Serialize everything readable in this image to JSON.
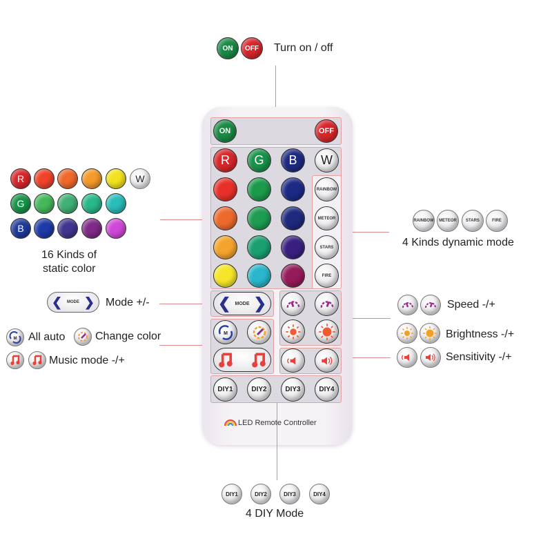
{
  "top": {
    "on_label": "ON",
    "off_label": "OFF",
    "caption": "Turn on / off"
  },
  "static_colors": {
    "caption_line1": "16 Kinds of",
    "caption_line2": "static color",
    "row1": [
      {
        "label": "R",
        "color": "#d8262a"
      },
      {
        "label": "",
        "color": "#f0432a"
      },
      {
        "label": "",
        "color": "#f0682a"
      },
      {
        "label": "",
        "color": "#f39a2a"
      },
      {
        "label": "",
        "color": "#f2e21e"
      },
      {
        "label": "W",
        "color": "#f2f2f2"
      }
    ],
    "row2": [
      {
        "label": "G",
        "color": "#18934a"
      },
      {
        "label": "",
        "color": "#44b85a"
      },
      {
        "label": "",
        "color": "#3fb076"
      },
      {
        "label": "",
        "color": "#28b889"
      },
      {
        "label": "",
        "color": "#28bdb8"
      }
    ],
    "row3": [
      {
        "label": "B",
        "color": "#1f3a9a"
      },
      {
        "label": "",
        "color": "#1d3aa8"
      },
      {
        "label": "",
        "color": "#40358f"
      },
      {
        "label": "",
        "color": "#7f2a86"
      },
      {
        "label": "",
        "color": "#d048d8"
      }
    ]
  },
  "dynamic": {
    "caption": "4 Kinds dynamic mode",
    "modes": [
      "RAINBOW",
      "METEOR",
      "STARS",
      "FIRE"
    ]
  },
  "mode": {
    "button_label": "MODE",
    "caption": "Mode +/-"
  },
  "auto": {
    "all_auto": "All auto",
    "change_color": "Change color",
    "music_mode": "Music mode -/+",
    "m_label": "M"
  },
  "right_controls": {
    "speed": "Speed -/+",
    "brightness": "Brightness -/+",
    "sensitivity": "Sensitivity -/+"
  },
  "diy": {
    "buttons": [
      "DIY1",
      "DIY2",
      "DIY3",
      "DIY4"
    ],
    "caption": "4 DIY Mode"
  },
  "remote": {
    "grid": {
      "top_row": [
        {
          "label": "R",
          "color": "#d8262a"
        },
        {
          "label": "G",
          "color": "#18934a"
        },
        {
          "label": "B",
          "color": "#1e2a82"
        },
        {
          "label": "W",
          "color": "#f2f2f2"
        }
      ],
      "rows": [
        [
          "#e8302a",
          "#1c9a4c",
          "#1c2a86"
        ],
        [
          "#ee6a2c",
          "#1e9c52",
          "#1e2a7e"
        ],
        [
          "#f4a42c",
          "#1aa070",
          "#3a1f80"
        ],
        [
          "#f5e62a",
          "#2ab6cc",
          "#951a5a"
        ]
      ]
    },
    "brand": "LED Remote Controller"
  },
  "colors": {
    "on_green": "#1a8a45",
    "off_red": "#d8262a",
    "connector": "#d98a8a",
    "speed_purple": "#9a2a8a",
    "sun_orange": "#f5a020",
    "sun_red": "#f05a30",
    "speaker_red": "#e8403a"
  }
}
